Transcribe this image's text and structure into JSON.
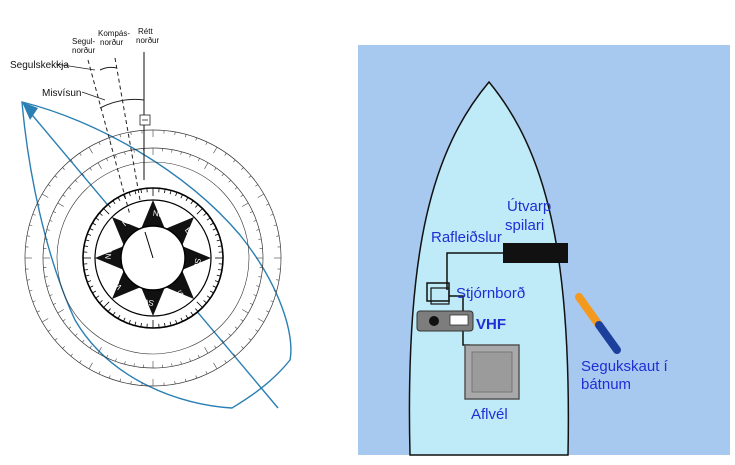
{
  "compass_diagram": {
    "labels": {
      "magnetic_north": [
        "Segul-",
        "norður"
      ],
      "compass_north": [
        "Kompás-",
        "norður"
      ],
      "true_north": [
        "Rétt",
        "norður"
      ],
      "deviation": "Segulskekkja",
      "variation": "Misvísun"
    },
    "rose_letters": [
      "N",
      "NE",
      "E",
      "SE",
      "S",
      "SW",
      "W",
      "NW"
    ],
    "colors": {
      "line": "#222222",
      "hull": "#2a7fb3",
      "rose": "#000000"
    }
  },
  "boat_diagram": {
    "labels": {
      "radio": [
        "Útvarp",
        "spilari"
      ],
      "electronics": "Rafleiðslur",
      "console": "Stjórnborð",
      "vhf": "VHF",
      "engine": "Aflvél",
      "magnet": [
        "Segukskaut í",
        "bátnum"
      ]
    },
    "colors": {
      "background": "#a7c9ef",
      "hull_fill": "#bfeaf7",
      "label_text": "#1e2fd6",
      "magnet_orange": "#f39a1e",
      "magnet_blue": "#1c3f9c",
      "engine_fill": "#a9a9a9"
    }
  }
}
